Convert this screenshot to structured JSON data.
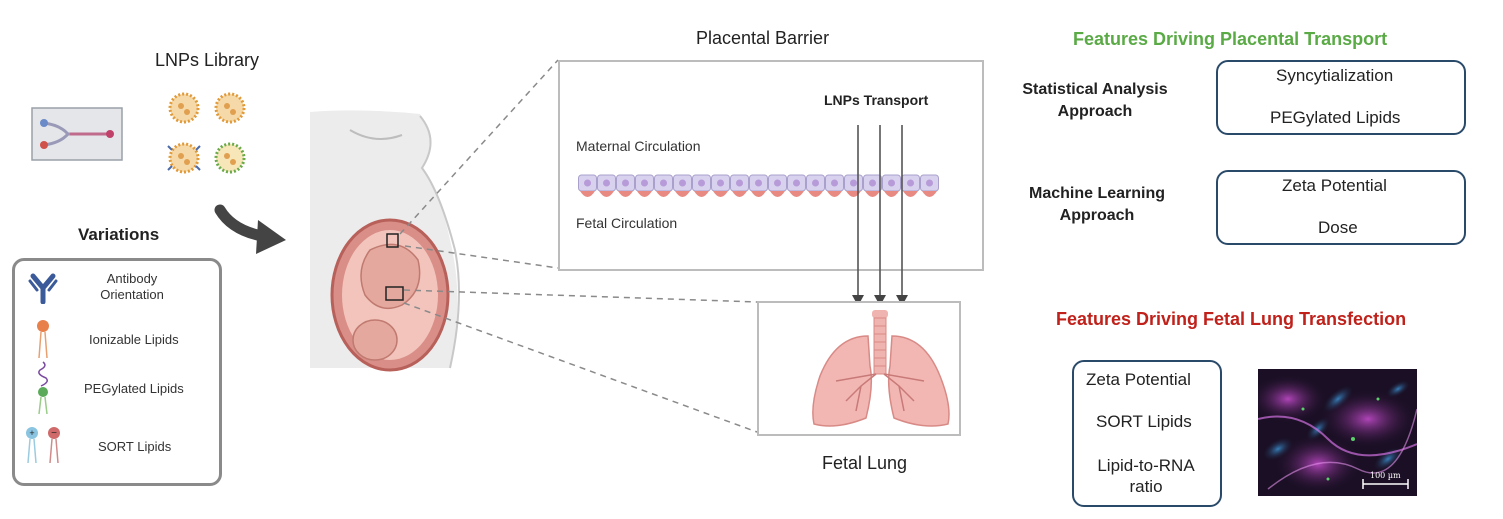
{
  "library": {
    "title": "LNPs Library",
    "variations_title": "Variations",
    "variations": [
      {
        "icon": "antibody-icon",
        "label": "Antibody\nOrientation"
      },
      {
        "icon": "ionizable-lipid-icon",
        "label": "Ionizable Lipids"
      },
      {
        "icon": "pegylated-lipid-icon",
        "label": "PEGylated Lipids"
      },
      {
        "icon": "sort-lipid-icon",
        "label": "SORT Lipids"
      }
    ]
  },
  "placenta": {
    "title": "Placental Barrier",
    "transport_label": "LNPs Transport",
    "maternal_label": "Maternal Circulation",
    "fetal_label": "Fetal Circulation"
  },
  "lung": {
    "title": "Fetal Lung"
  },
  "placental_features": {
    "title": "Features Driving Placental Transport",
    "title_color": "#5aaa46",
    "statistical": {
      "label": "Statistical Analysis\nApproach",
      "items": [
        "Syncytialization",
        "PEGylated Lipids"
      ]
    },
    "machine_learning": {
      "label": "Machine Learning\nApproach",
      "items": [
        "Zeta Potential",
        "Dose"
      ]
    }
  },
  "lung_features": {
    "title": "Features Driving Fetal Lung Transfection",
    "title_color": "#c0211b",
    "items": [
      "Zeta Potential",
      "SORT Lipids",
      "Lipid-to-RNA\nratio"
    ],
    "scale_bar": "100 µm"
  }
}
